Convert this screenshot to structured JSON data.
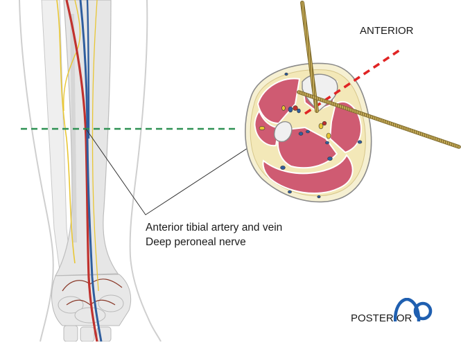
{
  "labels": {
    "anterior": "ANTERIOR",
    "posterior": "POSTERIOR",
    "callout_line1": "Anterior tibial artery and vein",
    "callout_line2": "Deep peroneal nerve"
  },
  "logo": {
    "text": "AO",
    "color": "#1f5fb0"
  },
  "colors": {
    "muscle": "#cf5b72",
    "artery": "#c0322e",
    "vein": "#2f5e9e",
    "nerve": "#e8c633",
    "horizontal_dashed_line": "#2e9153",
    "anterior_direction_dashed_line": "#e02424",
    "pin": "#b49a4a"
  }
}
